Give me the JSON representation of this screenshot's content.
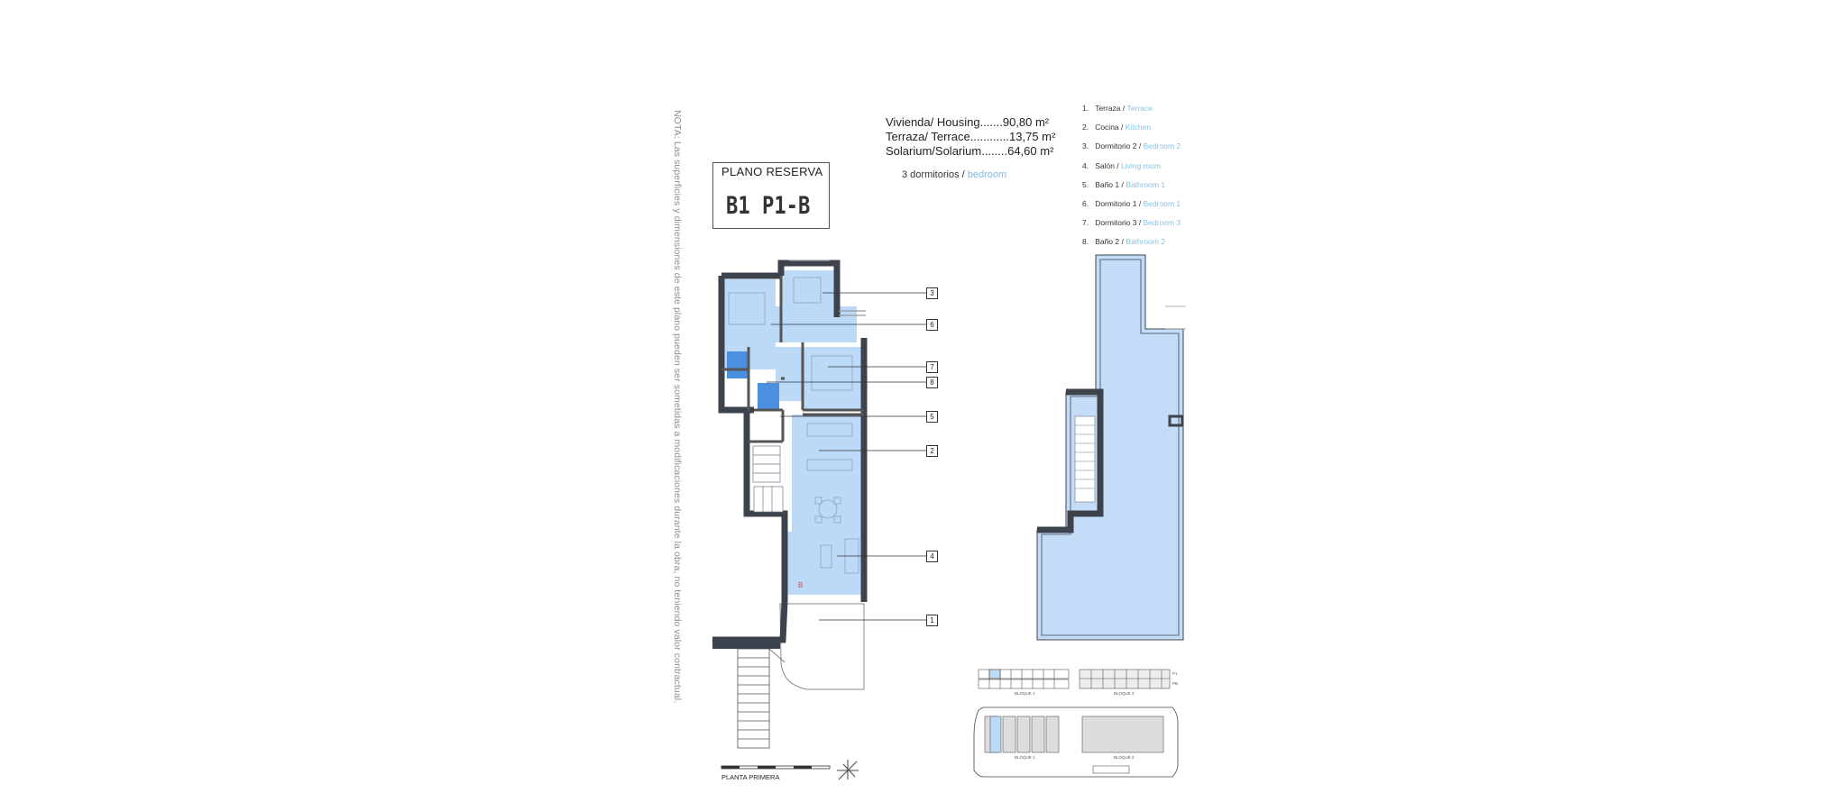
{
  "note": "NOTA: Las superficies y dimensiones de este plano pueden ser sometidas a modificaciones durante la obra, no teniendo valor contractual.",
  "plan_box": {
    "label": "PLANO RESERVA",
    "code": "B1 P1-B"
  },
  "areas": [
    {
      "text": "Vivienda/ Housing.......90,80 m²"
    },
    {
      "text": "Terraza/ Terrace............13,75 m²"
    },
    {
      "text": "Solarium/Solarium........64,60 m²"
    }
  ],
  "bedrooms": {
    "es": "3 dormitorios / ",
    "en": "bedroom"
  },
  "legend": [
    {
      "num": "1.",
      "es": "Terraza / ",
      "en": "Terrace"
    },
    {
      "num": "2.",
      "es": "Cocina / ",
      "en": "Kitchen"
    },
    {
      "num": "3.",
      "es": "Dormitorio 2 / ",
      "en": "Bedroom 2"
    },
    {
      "num": "4.",
      "es": "Salón / ",
      "en": "Living room"
    },
    {
      "num": "5.",
      "es": "Baño 1 / ",
      "en": "Bathroom 1"
    },
    {
      "num": "6.",
      "es": "Dormitorio 1 / ",
      "en": "Bedroom 1"
    },
    {
      "num": "7.",
      "es": "Dormitorio 3 / ",
      "en": "Bedroom 3"
    },
    {
      "num": "8.",
      "es": "Baño 2 / ",
      "en": "Bathroom 2"
    }
  ],
  "callouts": [
    "3",
    "6",
    "7",
    "8",
    "5",
    "2",
    "4",
    "1"
  ],
  "floor_label": "PLANTA PRIMERA",
  "key_plan": {
    "bloque1": "BLOQUE 1",
    "bloque2": "BLOQUE 2",
    "p1": "P1",
    "pb": "PB"
  },
  "colors": {
    "wall": "#3d434d",
    "room_fill": "#bcd9f7",
    "bath_fill": "#4a8fe0",
    "solarium_fill": "#c3ddf8",
    "accent_text": "#88c2e3"
  }
}
